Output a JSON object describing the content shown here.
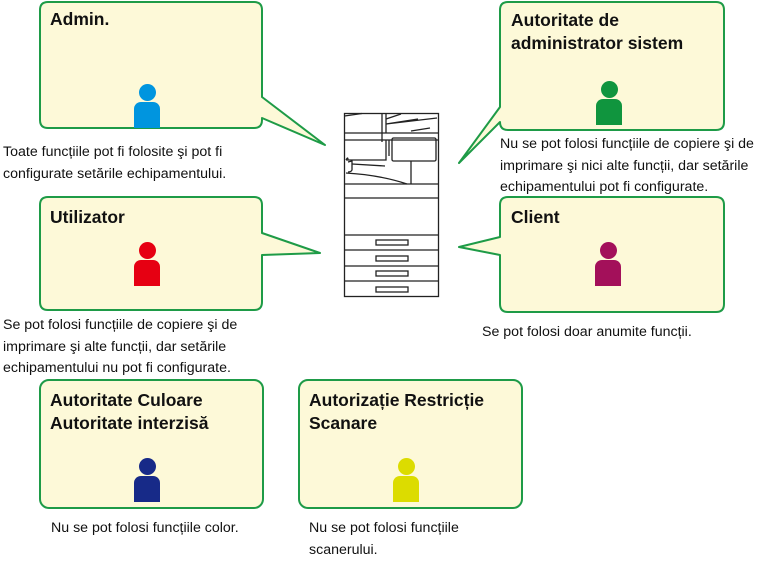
{
  "colors": {
    "bubble_fill": "#fdf9d8",
    "bubble_stroke": "#1e9b47",
    "printer_stroke": "#222222"
  },
  "device": {
    "icon": "multifunction-printer-icon"
  },
  "roles": [
    {
      "id": "admin",
      "title_lines": [
        "Admin."
      ],
      "person_color": "#0095df",
      "description_lines": [
        "Toate funcțiile pot fi folosite şi pot fi",
        "configurate setările echipamentului."
      ]
    },
    {
      "id": "system-admin",
      "title_lines": [
        "Autoritate de",
        "administrator sistem"
      ],
      "person_color": "#10953e",
      "description_lines": [
        "Nu se pot folosi funcțiile de copiere şi de",
        "imprimare şi nici alte funcții, dar setările",
        "echipamentului pot fi configurate."
      ]
    },
    {
      "id": "user",
      "title_lines": [
        "Utilizator"
      ],
      "person_color": "#e60012",
      "description_lines": [
        "Se pot folosi funcțiile de copiere şi de",
        "imprimare şi alte funcții, dar setările",
        "echipamentului nu pot fi configurate."
      ]
    },
    {
      "id": "guest",
      "title_lines": [
        "Client"
      ],
      "person_color": "#a3105a",
      "description_lines": [
        "Se pot folosi doar anumite funcții."
      ]
    },
    {
      "id": "color-prohibited",
      "title_lines": [
        "Autoritate Culoare",
        "Autoritate interzisă"
      ],
      "person_color": "#172a88",
      "description_lines": [
        "Nu se pot folosi funcțiile color."
      ]
    },
    {
      "id": "scan-restricted",
      "title_lines": [
        "Autorizație Restricție",
        "Scanare"
      ],
      "person_color": "#dcdc00",
      "description_lines": [
        "Nu se pot folosi funcțiile",
        "scanerului."
      ]
    }
  ]
}
